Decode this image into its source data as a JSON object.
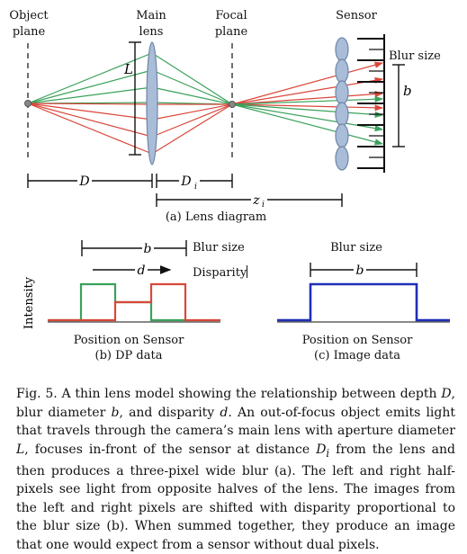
{
  "lens_diagram": {
    "object_plane": [
      "Object",
      "plane"
    ],
    "main_lens": [
      "Main",
      "lens"
    ],
    "focal_plane": [
      "Focal",
      "plane"
    ],
    "sensor": "Sensor",
    "blur_size": "Blur size",
    "L": "L",
    "b": "b",
    "D": "D",
    "Di": "D",
    "Di_sub": "i",
    "zi": "z",
    "zi_sub": "i",
    "caption": "(a) Lens diagram"
  },
  "dp_plot": {
    "ylabel": "Intensity",
    "b": "b",
    "d": "d",
    "blur_size": "Blur size",
    "disparity": "Disparity",
    "xlabel": "Position on Sensor",
    "caption": "(b) DP data",
    "colors": {
      "green": "#3aa15a",
      "red": "#d9473b"
    }
  },
  "image_plot": {
    "blur_size": "Blur size",
    "b": "b",
    "xlabel": "Position on Sensor",
    "caption": "(c) Image data",
    "colors": {
      "blue": "#1f2fb8"
    }
  },
  "figure_caption": {
    "p1": "Fig. 5.  A thin lens model showing the relationship between depth ",
    "D": "D",
    "p2": ", blur diameter ",
    "b": "b",
    "p3": ", and disparity ",
    "d": "d",
    "p4": ". An out-of-focus object emits light that travels through the camera’s main lens with aperture diameter ",
    "L": "L",
    "p5": ", focuses in-front of the sensor at distance ",
    "Di": "D",
    "Di_sub": "i",
    "p6": " from the lens and then produces a three-pixel wide blur (a). The left and right half-pixels see light from opposite halves of the lens. The images from the left and right pixels are shifted with disparity proportional to the blur size (b). When summed together, they produce an image that one would expect from a sensor without dual pixels."
  }
}
